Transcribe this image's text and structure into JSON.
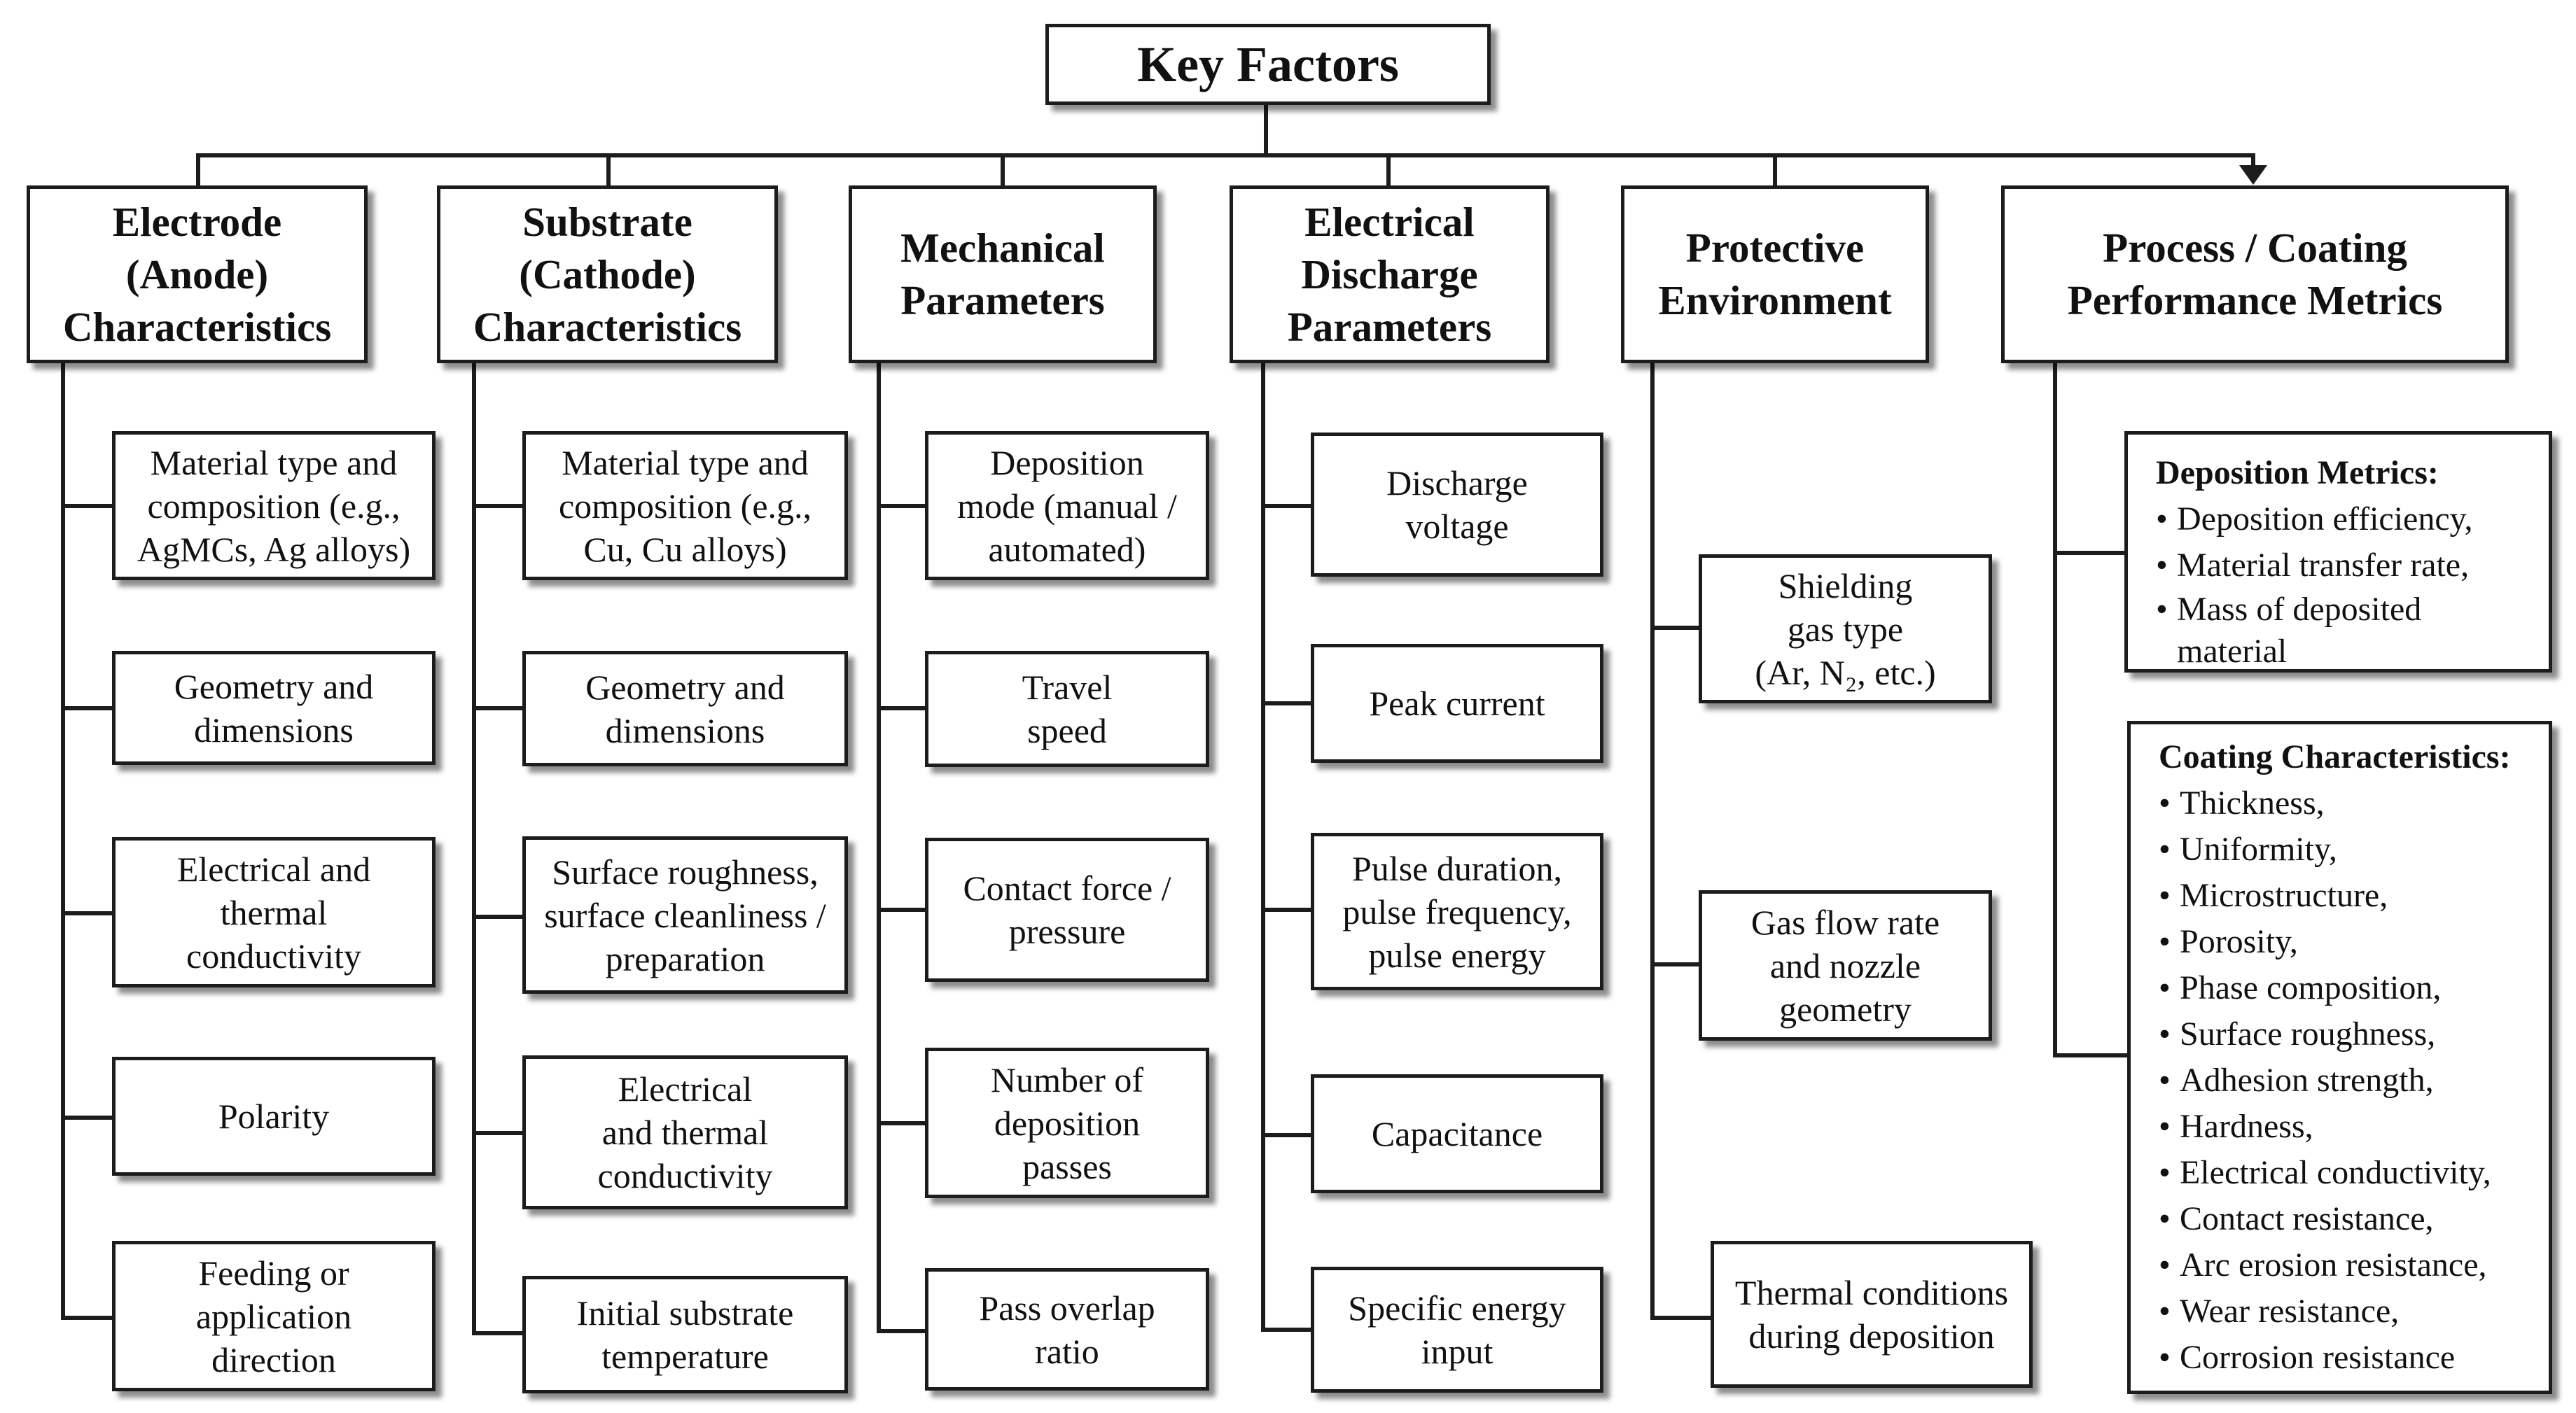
{
  "title": "Key Factors",
  "categories": [
    {
      "label": "Electrode\n(Anode)\nCharacteristics",
      "items": [
        "Material type and\ncomposition (e.g.,\nAgMCs, Ag alloys)",
        "Geometry and\ndimensions",
        "Electrical and\nthermal\nconductivity",
        "Polarity",
        "Feeding or\napplication\ndirection"
      ]
    },
    {
      "label": "Substrate\n(Cathode)\nCharacteristics",
      "items": [
        "Material type and\ncomposition (e.g.,\nCu, Cu alloys)",
        "Geometry and\ndimensions",
        "Surface roughness,\nsurface cleanliness /\npreparation",
        "Electrical\nand thermal\nconductivity",
        "Initial substrate\ntemperature"
      ]
    },
    {
      "label": "Mechanical\nParameters",
      "items": [
        "Deposition\nmode (manual /\nautomated)",
        "Travel\nspeed",
        "Contact force /\npressure",
        "Number of\ndeposition\npasses",
        "Pass overlap\nratio"
      ]
    },
    {
      "label": "Electrical\nDischarge\nParameters",
      "items": [
        "Discharge\nvoltage",
        "Peak current",
        "Pulse duration,\npulse frequency,\npulse energy",
        "Capacitance",
        "Specific energy\ninput"
      ]
    },
    {
      "label": "Protective\nEnvironment",
      "items": [
        "Shielding\ngas type\n(Ar, N₂, etc.)",
        "Gas flow rate\nand nozzle\ngeometry",
        "Thermal conditions\nduring deposition"
      ]
    },
    {
      "label": "Process / Coating\nPerformance Metrics",
      "groups": [
        {
          "heading": "Deposition Metrics:",
          "items": [
            "Deposition efficiency,",
            "Material transfer rate,",
            "Mass of deposited\nmaterial"
          ]
        },
        {
          "heading": "Coating Characteristics:",
          "items": [
            "Thickness,",
            "Uniformity,",
            "Microstructure,",
            "Porosity,",
            "Phase composition,",
            "Surface roughness,",
            "Adhesion strength,",
            "Hardness,",
            "Electrical conductivity,",
            "Contact resistance,",
            "Arc erosion resistance,",
            "Wear resistance,",
            "Corrosion resistance"
          ]
        }
      ]
    }
  ]
}
